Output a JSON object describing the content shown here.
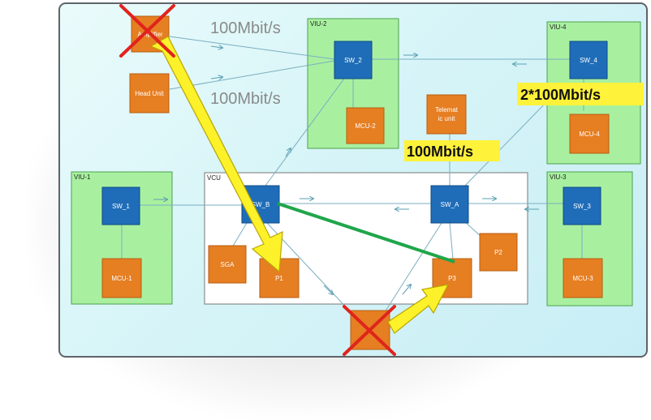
{
  "zones": {
    "viu1": "VIU-1",
    "viu2": "VIU-2",
    "viu3": "VIU-3",
    "viu4": "VIU-4",
    "vcu": "VCU"
  },
  "nodes": {
    "amplifier": "Amplifier",
    "head_unit": "Head Unit",
    "sw_1": "SW_1",
    "sw_2": "SW_2",
    "sw_3": "SW_3",
    "sw_4": "SW_4",
    "sw_a": "SW_A",
    "sw_b": "SW_B",
    "mcu_1": "MCU-1",
    "mcu_2": "MCU-2",
    "mcu_3": "MCU-3",
    "mcu_4": "MCU-4",
    "telematic_line1": "Telemat",
    "telematic_line2": "ic unit",
    "sga": "SGA",
    "p1": "P1",
    "p2": "P2",
    "p3": "P3"
  },
  "labels": {
    "grey_top": "100Mbit/s",
    "grey_bottom": "100Mbit/s",
    "yellow_right": "2*100Mbit/s",
    "yellow_center": "100Mbit/s"
  },
  "colors": {
    "zone_green": "#a8f0a0",
    "switch_blue": "#1f6db8",
    "ecu_orange": "#e67e22",
    "highlight_yellow": "#fff23a",
    "failure_red": "#e0241c",
    "reroute_green": "#1fa64a"
  },
  "icons": {
    "failure": "red-x-cross",
    "reroute": "yellow-arrow"
  }
}
